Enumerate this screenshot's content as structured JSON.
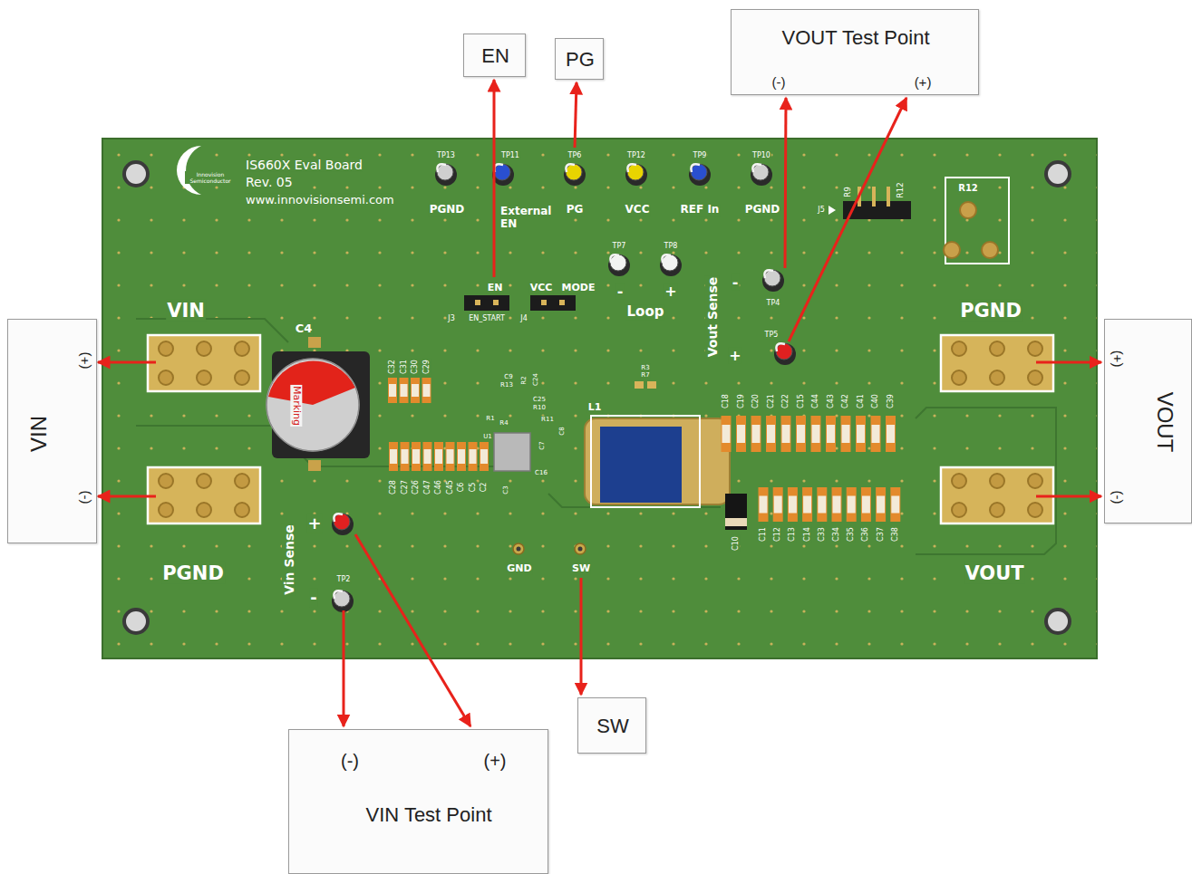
{
  "diagram": {
    "nodes": [
      {
        "text": [
          "EN"
        ]
      },
      {
        "text": [
          "PG"
        ]
      },
      {
        "text": [
          "VOUT Test Point",
          "(-)",
          "(+)"
        ]
      },
      {
        "text": [
          "VIN",
          "(+)",
          "(-)"
        ]
      },
      {
        "text": [
          "VOUT",
          "(+)",
          "(-)"
        ]
      },
      {
        "text": [
          "SW"
        ]
      },
      {
        "text": [
          "(-)",
          "(+)",
          "VIN Test Point"
        ]
      }
    ],
    "labels": [
      "Innovision Semiconductor",
      "IS660X Eval Board",
      "Rev. 05",
      "www.innovisionsemi.com",
      "TP13",
      "PGND",
      "TP11",
      "External EN",
      "TP6",
      "PG",
      "TP12",
      "VCC",
      "TP9",
      "REF In",
      "TP10",
      "PGND",
      "TP7",
      "TP8",
      "-",
      "+",
      "Loop",
      "Vout Sense",
      "-",
      "+",
      "TP4",
      "TP5",
      "EN",
      "VCC",
      "MODE",
      "J3",
      "EN_START",
      "J4",
      "J5",
      "R9",
      "R12",
      "R12",
      "VIN",
      "C4",
      "Marking",
      "PGND",
      "PGND",
      "VOUT",
      "L1",
      "Vin Sense",
      "+",
      "-",
      "TP2",
      "GND",
      "SW",
      "U1",
      "C9",
      "R13",
      "R2",
      "C24",
      "C25",
      "R10",
      "R1",
      "R4",
      "R11",
      "C8",
      "C7",
      "C16",
      "C3",
      "R3",
      "R7",
      "C32",
      "C31",
      "C30",
      "C29",
      "C28",
      "C27",
      "C26",
      "C47",
      "C46",
      "C45",
      "C6",
      "C5",
      "C2",
      "C18",
      "C19",
      "C20",
      "C21",
      "C22",
      "C15",
      "C44",
      "C43",
      "C42",
      "C41",
      "C40",
      "C39",
      "C11",
      "C12",
      "C13",
      "C14",
      "C33",
      "C34",
      "C35",
      "C36",
      "C37",
      "C38",
      "C10"
    ]
  }
}
